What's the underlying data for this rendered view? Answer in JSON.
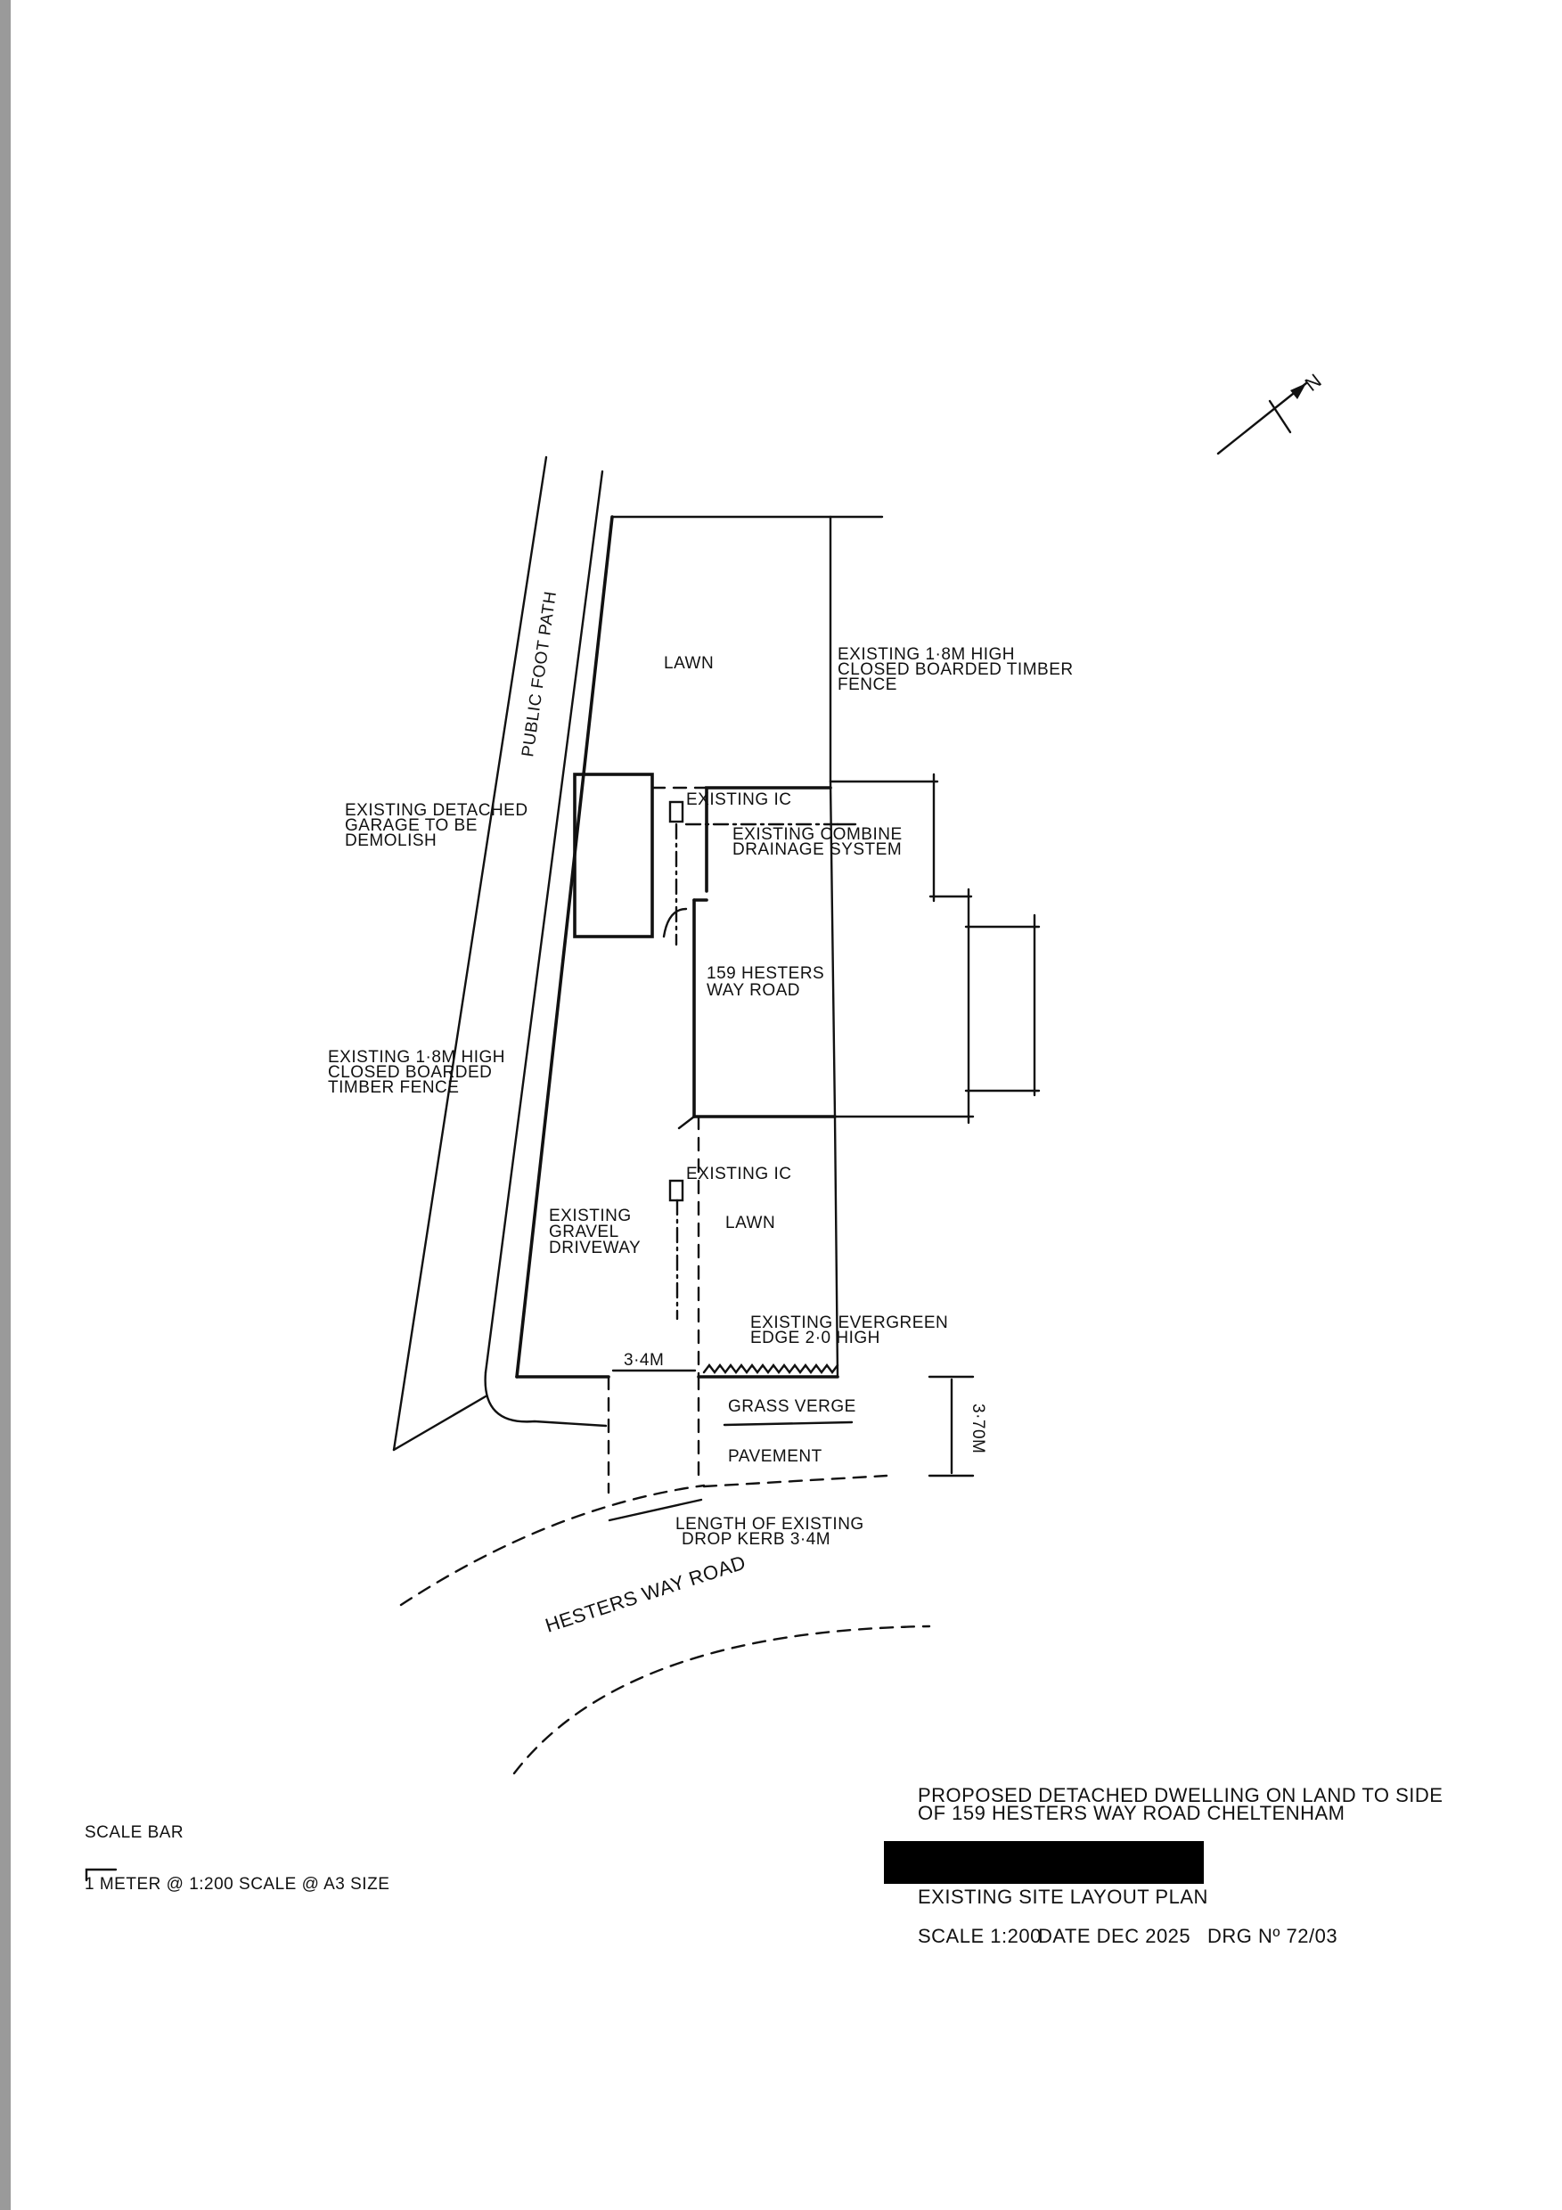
{
  "labels": {
    "footpath": "PUBLIC FOOT PATH",
    "lawn_top": "LAWN",
    "fence_right": [
      "EXISTING 1·8M HIGH",
      "CLOSED BOARDED TIMBER",
      "FENCE"
    ],
    "garage": [
      "EXISTING DETACHED",
      "GARAGE TO BE",
      "DEMOLISH"
    ],
    "ic_top": "EXISTING IC",
    "drainage": [
      "EXISTING COMBINE",
      "DRAINAGE SYSTEM"
    ],
    "house": [
      "159 HESTERS",
      "WAY ROAD"
    ],
    "fence_left": [
      "EXISTING 1·8M HIGH",
      "CLOSED BOARDED",
      "TIMBER FENCE"
    ],
    "ic_bottom": "EXISTING IC",
    "lawn_bottom": "LAWN",
    "driveway": [
      "EXISTING",
      "GRAVEL",
      "DRIVEWAY"
    ],
    "evergreen": [
      "EXISTING EVERGREEN",
      "EDGE 2·0 HIGH"
    ],
    "gap_dim": "3·4M",
    "grass_verge": "GRASS VERGE",
    "pavement": "PAVEMENT",
    "verge_dim": "3·70M",
    "drop_kerb": [
      "LENGTH OF EXISTING",
      "DROP KERB 3·4M"
    ],
    "road": "HESTERS WAY ROAD",
    "north": "N"
  },
  "scale_bar": {
    "title": "SCALE BAR",
    "text": "1 METER @ 1:200 SCALE @ A3 SIZE"
  },
  "title_block": {
    "project": [
      "PROPOSED DETACHED DWELLING ON LAND TO SIDE",
      "OF 159 HESTERS WAY ROAD CHELTENHAM"
    ],
    "drawing_title": "EXISTING SITE LAYOUT PLAN",
    "scale": "SCALE 1:200",
    "date": "DATE DEC 2025",
    "drawing_no": "DRG Nº 72/03"
  }
}
